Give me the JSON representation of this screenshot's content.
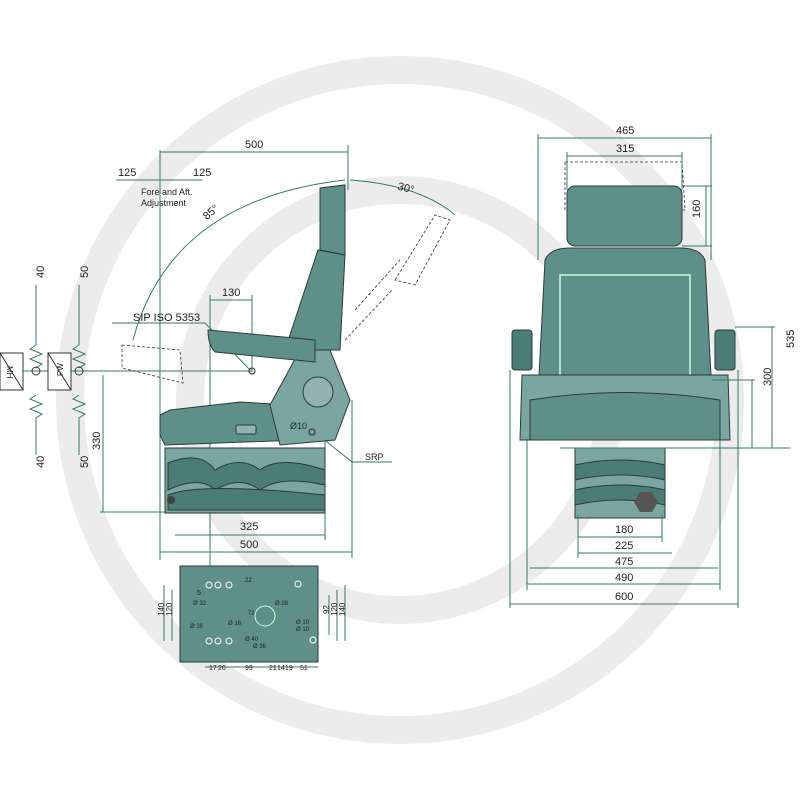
{
  "colors": {
    "dimension_line": "#2f7d62",
    "seat_fill": "#5e8f89",
    "watermark": "#ececec"
  },
  "side_view": {
    "top_width": "500",
    "fore_aft_left": "125",
    "fore_aft_right": "125",
    "fore_aft_label_1": "Fore and Aft.",
    "fore_aft_label_2": "Adjustment",
    "angle_recline": "85°",
    "angle_back": "30°",
    "armrest_depth": "130",
    "sip_label": "SIP ISO 5353",
    "srp_label": "SRP",
    "pivot_diameter": "Ø10",
    "height": "330",
    "base_width": "325",
    "bottom_width": "500"
  },
  "suspension": {
    "box1_label": "MH",
    "box2_label": "PW",
    "up1": "40",
    "down1": "40",
    "up2": "50",
    "down2": "50"
  },
  "front_view": {
    "overall_top": "465",
    "headrest_width": "315",
    "headrest_height": "160",
    "height_535": "535",
    "height_300": "300",
    "w180": "180",
    "w225": "225",
    "w475": "475",
    "w490": "490",
    "w600": "600"
  },
  "base_plate": {
    "h140_left": "140",
    "h120_left": "120",
    "h92": "92",
    "h120_right": "120",
    "h140_right": "140",
    "d32": "Ø 32",
    "d36": "Ø 36",
    "d18": "Ø 18",
    "d40": "Ø 40",
    "d36b": "Ø 36",
    "d28": "Ø 28",
    "d10a": "Ø 10",
    "d10b": "Ø 10",
    "n5": "5",
    "n22": "22",
    "n72": "72",
    "bottom": [
      "17",
      "26",
      "99",
      "21",
      "14",
      "19",
      "51"
    ]
  }
}
